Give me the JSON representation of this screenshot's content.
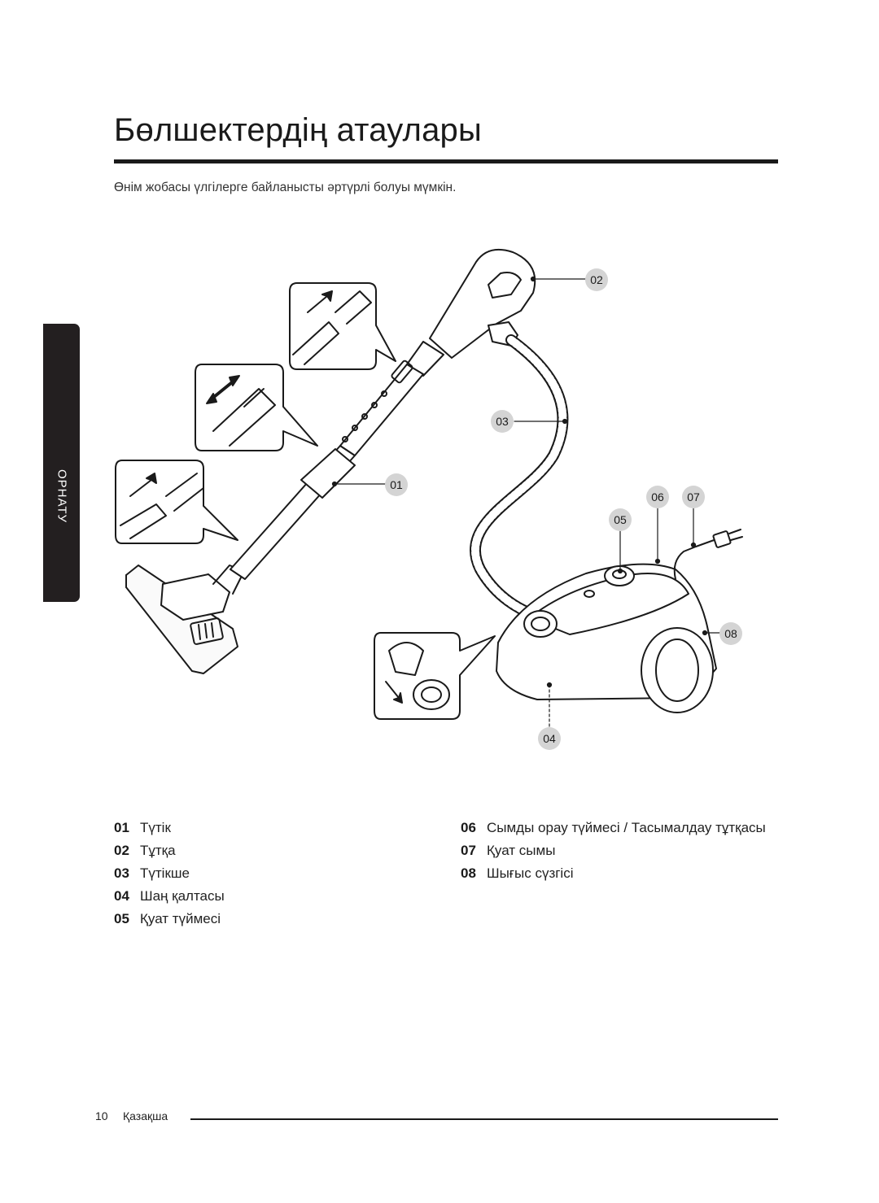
{
  "page": {
    "title": "Бөлшектердің атаулары",
    "subtitle": "Өнім жобасы үлгілерге байланысты әртүрлі болуы мүмкін.",
    "side_tab": "ОРНАТУ"
  },
  "callouts": [
    "01",
    "02",
    "03",
    "04",
    "05",
    "06",
    "07",
    "08"
  ],
  "legend_left": [
    {
      "num": "01",
      "label": "Түтік"
    },
    {
      "num": "02",
      "label": "Тұтқа"
    },
    {
      "num": "03",
      "label": "Түтікше"
    },
    {
      "num": "04",
      "label": "Шаң қалтасы"
    },
    {
      "num": "05",
      "label": "Қуат түймесі"
    }
  ],
  "legend_right": [
    {
      "num": "06",
      "label": "Сымды орау түймесі / Тасымалдау тұтқасы"
    },
    {
      "num": "07",
      "label": "Қуат сымы"
    },
    {
      "num": "08",
      "label": "Шығыс сүзгісі"
    }
  ],
  "footer": {
    "page_number": "10",
    "language": "Қазақша"
  }
}
